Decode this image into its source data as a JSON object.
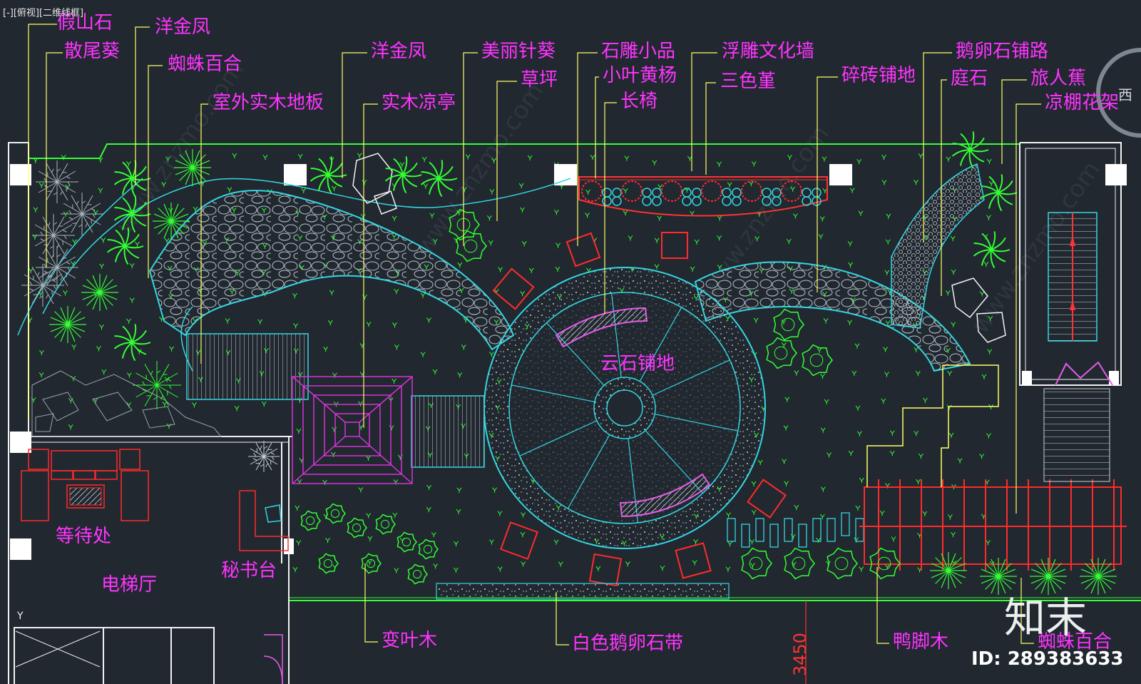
{
  "viewport": {
    "tag": "[-][俯视][二维线框]"
  },
  "compass": {
    "letter": "西"
  },
  "leaders_top": [
    "假山石",
    "散尾葵",
    "洋金凤",
    "蜘蛛百合",
    "室外实木地板",
    "洋金凤",
    "实木凉亭",
    "美丽针葵",
    "草坪",
    "石雕小品",
    "小叶黄杨",
    "长椅",
    "浮雕文化墙",
    "三色堇",
    "碎砖铺地",
    "鹅卵石铺路",
    "庭石",
    "旅人蕉",
    "凉棚花架"
  ],
  "leaders_bottom": [
    "变叶木",
    "白色鹅卵石带",
    "鸭脚木",
    "蜘蛛百合"
  ],
  "areas": {
    "plaza": "云石铺地",
    "waiting": "等待处",
    "elevator_hall": "电梯厅",
    "secretary": "秘书台"
  },
  "dimension": "3450",
  "axis_label": "Y",
  "brand": {
    "logo": "知末",
    "id": "ID: 289383633"
  },
  "watermark": "www.znzmo.com"
}
